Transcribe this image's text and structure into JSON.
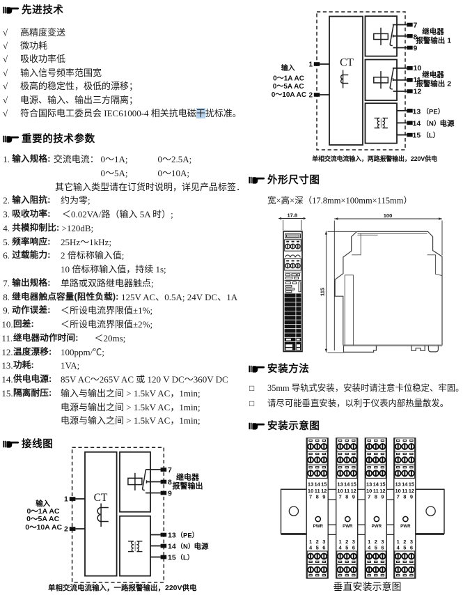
{
  "colors": {
    "text": "#1a1a1a",
    "line": "#1f1f1f",
    "highlight": "#b3d1ea",
    "background": "#ffffff"
  },
  "advanced": {
    "icon": "pointing-hand-icon",
    "title": "先进技术",
    "bullet": "√",
    "items": [
      "高精度变送",
      "微功耗",
      "吸收功率低",
      "输入信号频率范围宽",
      "极高的稳定性，极低的漂移；",
      "电源、输入、输出三方隔离；"
    ],
    "iec": {
      "pre": "符合国际电工委员会 IEC61000-4 相关抗电磁",
      "hl": "干",
      "post": "扰标准。"
    }
  },
  "params": {
    "icon": "pointing-hand-icon",
    "title": "重要的技术参数",
    "rows": [
      {
        "num": "1.",
        "label": "输入规格:",
        "v1": "交流电流：",
        "v2": "0～1A;",
        "v3": "0～2.5A;"
      },
      {
        "v2": "0～5A;",
        "v3": "0～10A;"
      },
      {
        "vnote": "其它输入类型请在订货时说明，详见产品标签．"
      },
      {
        "num": "2.",
        "label": "输入阻抗:",
        "value": "约为零;"
      },
      {
        "num": "3.",
        "label": "吸收功率:",
        "value": "＜0.02VA/路（输入 5A 时）;"
      },
      {
        "num": "4.",
        "label": "共模抑制比:",
        "value": ">120dB;"
      },
      {
        "num": "5.",
        "label": "频率响应:",
        "value": "25Hz～1kHz;"
      },
      {
        "num": "6.",
        "label": "过载能力:",
        "value": "2 倍标称输入值;"
      },
      {
        "value": "10 倍标称输入值，持续 1s;"
      },
      {
        "num": "7.",
        "label": "输出规格:",
        "value": "单路或双路继电器触点;"
      },
      {
        "num": "8.",
        "label": "继电器触点容量(阻性负载):",
        "value": "125V AC、0.5A;  24V DC、1A"
      },
      {
        "num": "9.",
        "label": "动作误差:",
        "value": "＜所设电流界限值±1%;"
      },
      {
        "num": "10.",
        "label": "回差:",
        "value": "＜所设电流界限值±2%;"
      },
      {
        "num": "11.",
        "label": "继电器动作时间:",
        "value": "＜20ms;"
      },
      {
        "num": "12.",
        "label": "温度漂移:",
        "value": "100ppm/℃;"
      },
      {
        "num": "13.",
        "label": "功耗:",
        "value": "1VA;"
      },
      {
        "num": "14.",
        "label": "供电电源:",
        "value": "85V AC～265V AC 或 120 V DC～360V DC"
      },
      {
        "num": "15.",
        "label": "隔离耐压:",
        "value": "输入与输出之间 > 1.5kV AC，1min;"
      },
      {
        "value": "电源与输出之间 > 1.5kV AC，1min;"
      },
      {
        "value": "电源与输入之间 > 1.5kV AC，1min;"
      }
    ]
  },
  "wiring": {
    "icon": "pointing-hand-icon",
    "title": "接线图"
  },
  "diagram_two_relay": {
    "input_label": "输入",
    "input_ranges": [
      "0～1A AC",
      "0～5A AC",
      "0～10A AC"
    ],
    "ct": "CT",
    "t1": "1",
    "t2": "2",
    "relay1": {
      "t7": "7",
      "t8": "8",
      "t9": "9",
      "name": "继电器",
      "out": "报警输出 1"
    },
    "relay2": {
      "t10": "10",
      "t11": "11",
      "t12": "12",
      "name": "继电器",
      "out": "报警输出 2"
    },
    "power": {
      "t13": "13",
      "s13": "（PE）",
      "t14": "14",
      "s14": "（N）",
      "t15": "15",
      "s15": "（L）",
      "label": "电源"
    },
    "caption": "单相交流电流输入，两路报警输出，220V供电"
  },
  "diagram_one_relay": {
    "input_label": "输入",
    "input_ranges": [
      "0～1A AC",
      "0～5A AC",
      "0～10A AC"
    ],
    "ct": "CT",
    "t1": "1",
    "t2": "2",
    "relay1": {
      "t7": "7",
      "t8": "8",
      "t9": "9",
      "name": "继电器",
      "out": "报警输出"
    },
    "power": {
      "t13": "13",
      "s13": "（PE）",
      "t14": "14",
      "s14": "（N）",
      "t15": "15",
      "s15": "（L）",
      "label": "电源"
    },
    "caption": "单相交流电流输入，一路报警输出，220V供电"
  },
  "dims": {
    "icon": "pointing-hand-icon",
    "title": "外形尺寸图",
    "subtitle": "宽×高×深（17.8mm×100mm×115mm）",
    "width_mm": "17.8",
    "depth_mm": "100",
    "height_mm": "115"
  },
  "mounting": {
    "icon": "pointing-hand-icon",
    "title": "安装方法",
    "box": "□",
    "items": [
      "35mm 导轨式安装，安装时请注意卡位稳定、牢固。",
      "请尽可能垂直安装，以利于仪表内部热量散发。"
    ]
  },
  "install_fig": {
    "icon": "pointing-hand-icon",
    "title": "安装示意图",
    "caption": "垂直安装示意图",
    "module": {
      "top_labels": [
        "13",
        "14",
        "15",
        "10",
        "11",
        "12",
        "7",
        "8",
        "9"
      ],
      "led": "PWR",
      "bottom_labels": [
        "1",
        "2",
        "3",
        "4",
        "5",
        "6"
      ]
    }
  }
}
